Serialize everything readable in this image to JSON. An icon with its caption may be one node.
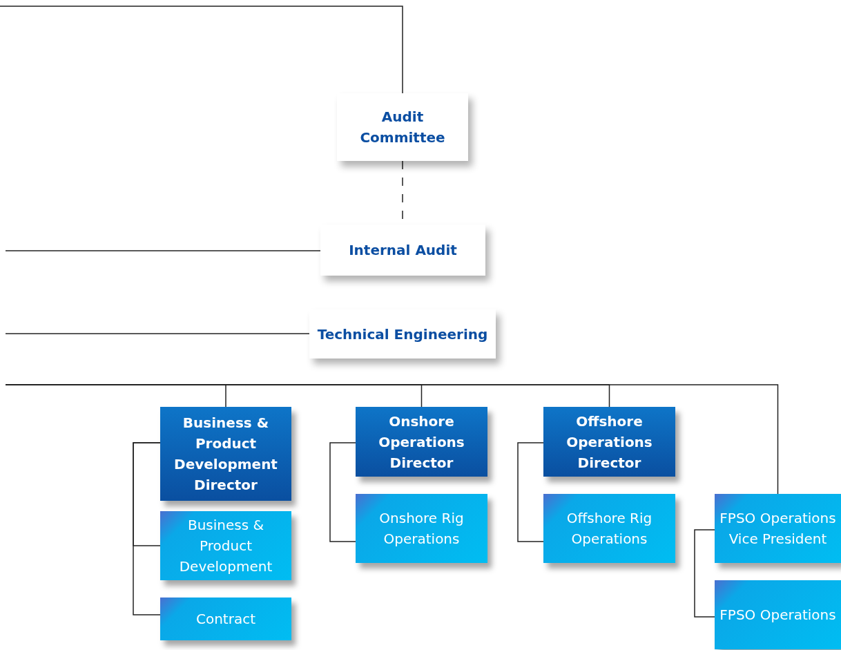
{
  "diagram": {
    "nodes": [
      {
        "text": [
          "Audit Committee"
        ]
      },
      {
        "text": [
          "Internal Audit"
        ]
      },
      {
        "text": [
          "Technical Engineering"
        ]
      },
      {
        "text": [
          "Business & Product Development Director"
        ]
      },
      {
        "text": [
          "Business & Product Development"
        ]
      },
      {
        "text": [
          "Contract"
        ]
      },
      {
        "text": [
          "Onshore Operations Director"
        ]
      },
      {
        "text": [
          "Onshore Rig Operations"
        ]
      },
      {
        "text": [
          "Offshore Operations Director"
        ]
      },
      {
        "text": [
          "Offshore Rig Operations"
        ]
      },
      {
        "text": [
          "FPSO Operations Vice President"
        ]
      },
      {
        "text": [
          "FPSO Operations"
        ]
      }
    ],
    "edges": [
      {
        "from": null,
        "to": 0,
        "arrow": "none"
      },
      {
        "from": 0,
        "to": 1,
        "arrow": "none",
        "style": "dashed"
      },
      {
        "from": null,
        "to": 1,
        "arrow": "none"
      },
      {
        "from": null,
        "to": 2,
        "arrow": "none"
      },
      {
        "from": null,
        "to": 3,
        "arrow": "none"
      },
      {
        "from": null,
        "to": 6,
        "arrow": "none"
      },
      {
        "from": null,
        "to": 8,
        "arrow": "none"
      },
      {
        "from": null,
        "to": 10,
        "arrow": "none"
      },
      {
        "from": 3,
        "to": 4,
        "arrow": "none"
      },
      {
        "from": 3,
        "to": 5,
        "arrow": "none"
      },
      {
        "from": 6,
        "to": 7,
        "arrow": "none"
      },
      {
        "from": 8,
        "to": 9,
        "arrow": "none"
      },
      {
        "from": 10,
        "to": 11,
        "arrow": "none"
      }
    ]
  }
}
